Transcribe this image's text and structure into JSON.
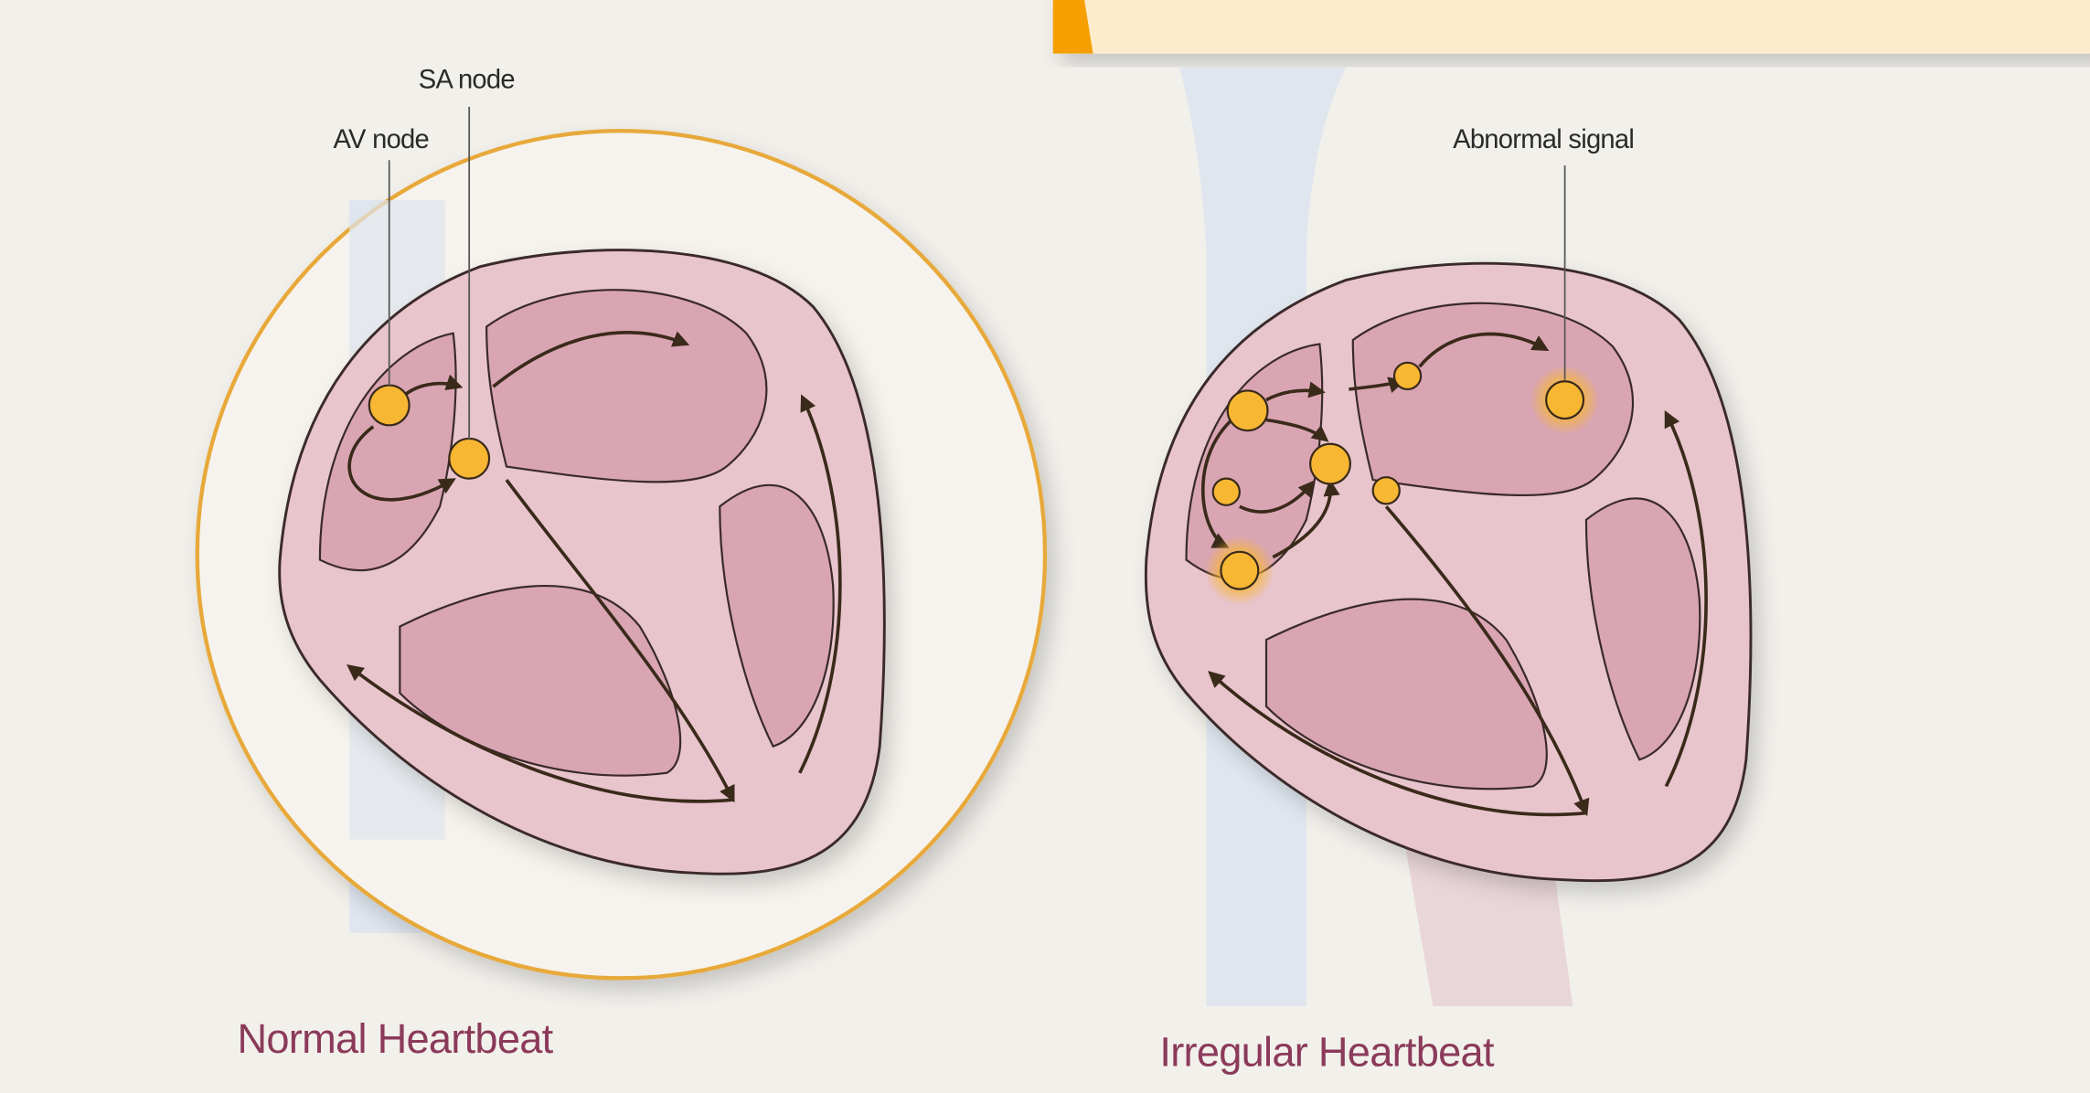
{
  "labels": {
    "sa_node": "SA node",
    "av_node": "AV node",
    "abnormal_signal": "Abnormal signal"
  },
  "captions": {
    "normal": "Normal Heartbeat",
    "irregular": "Irregular Heartbeat"
  },
  "colors": {
    "background": "#f2f0eb",
    "heart_outer": "#e8c4cc",
    "heart_inner": "#d9a5b3",
    "node": "#f5a623",
    "circle_outline": "#e8a93a",
    "caption": "#8b3a5a",
    "banner": "#fdeccc",
    "banner_accent": "#f5a000"
  }
}
